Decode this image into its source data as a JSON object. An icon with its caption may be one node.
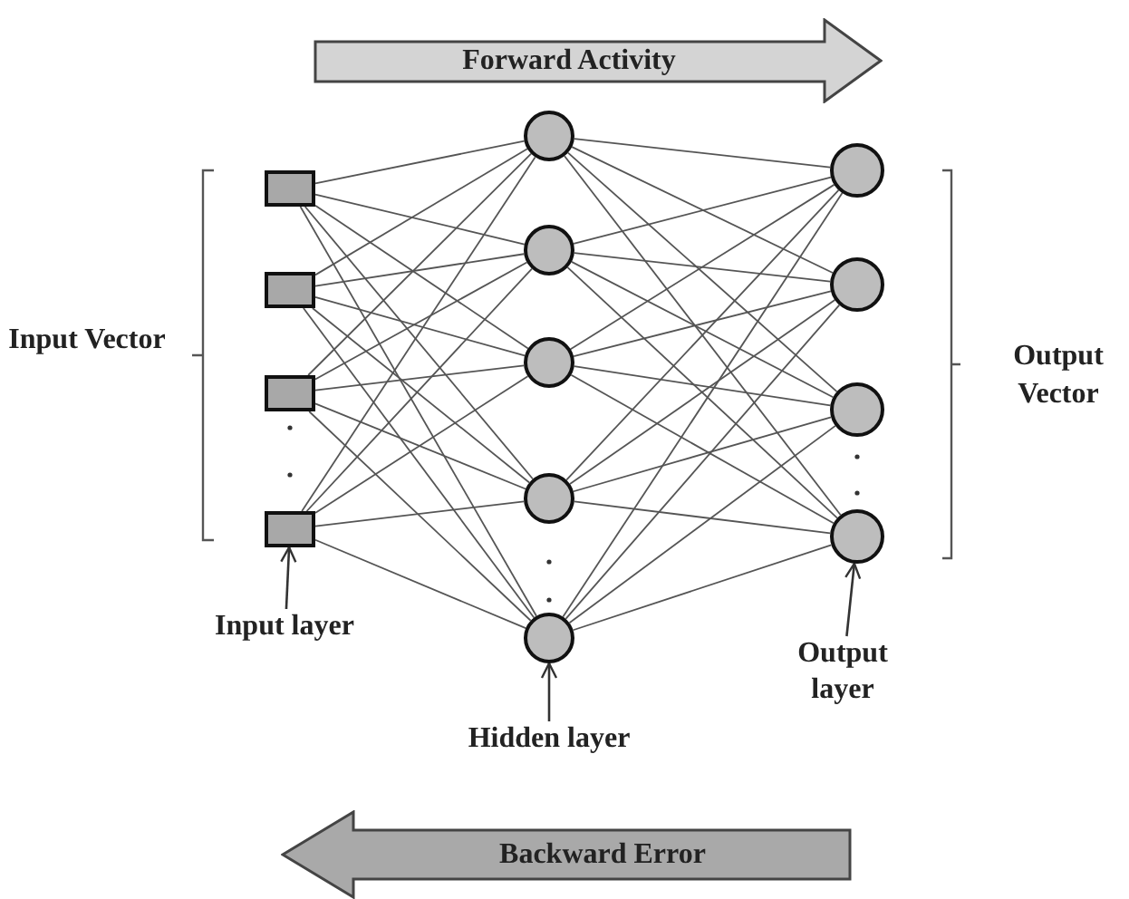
{
  "diagram": {
    "nodes": [
      {
        "text": [
          "Forward Activity"
        ]
      },
      {
        "text": [],
        "shape": "box"
      },
      {
        "text": [],
        "shape": "box"
      },
      {
        "text": [],
        "shape": "box"
      },
      {
        "text": [],
        "shape": "box"
      },
      {
        "text": [],
        "shape": "circle"
      },
      {
        "text": [],
        "shape": "circle"
      },
      {
        "text": [],
        "shape": "circle"
      },
      {
        "text": [],
        "shape": "circle"
      },
      {
        "text": [],
        "shape": "circle"
      },
      {
        "text": [],
        "shape": "circle"
      },
      {
        "text": [],
        "shape": "circle"
      },
      {
        "text": [],
        "shape": "circle"
      },
      {
        "text": [],
        "shape": "circle"
      },
      {
        "text": [
          "Input layer"
        ]
      },
      {
        "text": [
          "Hidden layer"
        ]
      },
      {
        "text": [
          "Output layer"
        ]
      },
      {
        "text": [
          "Backward Error"
        ]
      }
    ],
    "edges": [
      {
        "from": 1,
        "to": 5,
        "arrow": "none"
      },
      {
        "from": 1,
        "to": 6,
        "arrow": "none"
      },
      {
        "from": 1,
        "to": 7,
        "arrow": "none"
      },
      {
        "from": 1,
        "to": 8,
        "arrow": "none"
      },
      {
        "from": 1,
        "to": 9,
        "arrow": "none"
      },
      {
        "from": 2,
        "to": 5,
        "arrow": "none"
      },
      {
        "from": 2,
        "to": 6,
        "arrow": "none"
      },
      {
        "from": 2,
        "to": 7,
        "arrow": "none"
      },
      {
        "from": 2,
        "to": 8,
        "arrow": "none"
      },
      {
        "from": 2,
        "to": 9,
        "arrow": "none"
      },
      {
        "from": 3,
        "to": 5,
        "arrow": "none"
      },
      {
        "from": 3,
        "to": 6,
        "arrow": "none"
      },
      {
        "from": 3,
        "to": 7,
        "arrow": "none"
      },
      {
        "from": 3,
        "to": 8,
        "arrow": "none"
      },
      {
        "from": 3,
        "to": 9,
        "arrow": "none"
      },
      {
        "from": 4,
        "to": 5,
        "arrow": "none"
      },
      {
        "from": 4,
        "to": 6,
        "arrow": "none"
      },
      {
        "from": 4,
        "to": 7,
        "arrow": "none"
      },
      {
        "from": 4,
        "to": 8,
        "arrow": "none"
      },
      {
        "from": 4,
        "to": 9,
        "arrow": "none"
      },
      {
        "from": 5,
        "to": 10,
        "arrow": "none"
      },
      {
        "from": 5,
        "to": 11,
        "arrow": "none"
      },
      {
        "from": 5,
        "to": 12,
        "arrow": "none"
      },
      {
        "from": 5,
        "to": 13,
        "arrow": "none"
      },
      {
        "from": 6,
        "to": 10,
        "arrow": "none"
      },
      {
        "from": 6,
        "to": 11,
        "arrow": "none"
      },
      {
        "from": 6,
        "to": 12,
        "arrow": "none"
      },
      {
        "from": 6,
        "to": 13,
        "arrow": "none"
      },
      {
        "from": 7,
        "to": 10,
        "arrow": "none"
      },
      {
        "from": 7,
        "to": 11,
        "arrow": "none"
      },
      {
        "from": 7,
        "to": 12,
        "arrow": "none"
      },
      {
        "from": 7,
        "to": 13,
        "arrow": "none"
      },
      {
        "from": 8,
        "to": 10,
        "arrow": "none"
      },
      {
        "from": 8,
        "to": 11,
        "arrow": "none"
      },
      {
        "from": 8,
        "to": 12,
        "arrow": "none"
      },
      {
        "from": 8,
        "to": 13,
        "arrow": "none"
      },
      {
        "from": 9,
        "to": 10,
        "arrow": "none"
      },
      {
        "from": 9,
        "to": 11,
        "arrow": "none"
      },
      {
        "from": 9,
        "to": 12,
        "arrow": "none"
      },
      {
        "from": 9,
        "to": 13,
        "arrow": "none"
      },
      {
        "from": 14,
        "to": 4,
        "arrow": "to"
      },
      {
        "from": 15,
        "to": 9,
        "arrow": "to"
      },
      {
        "from": 16,
        "to": 13,
        "arrow": "to"
      }
    ],
    "labels": [
      "Input Vector",
      "Output Vector"
    ]
  }
}
